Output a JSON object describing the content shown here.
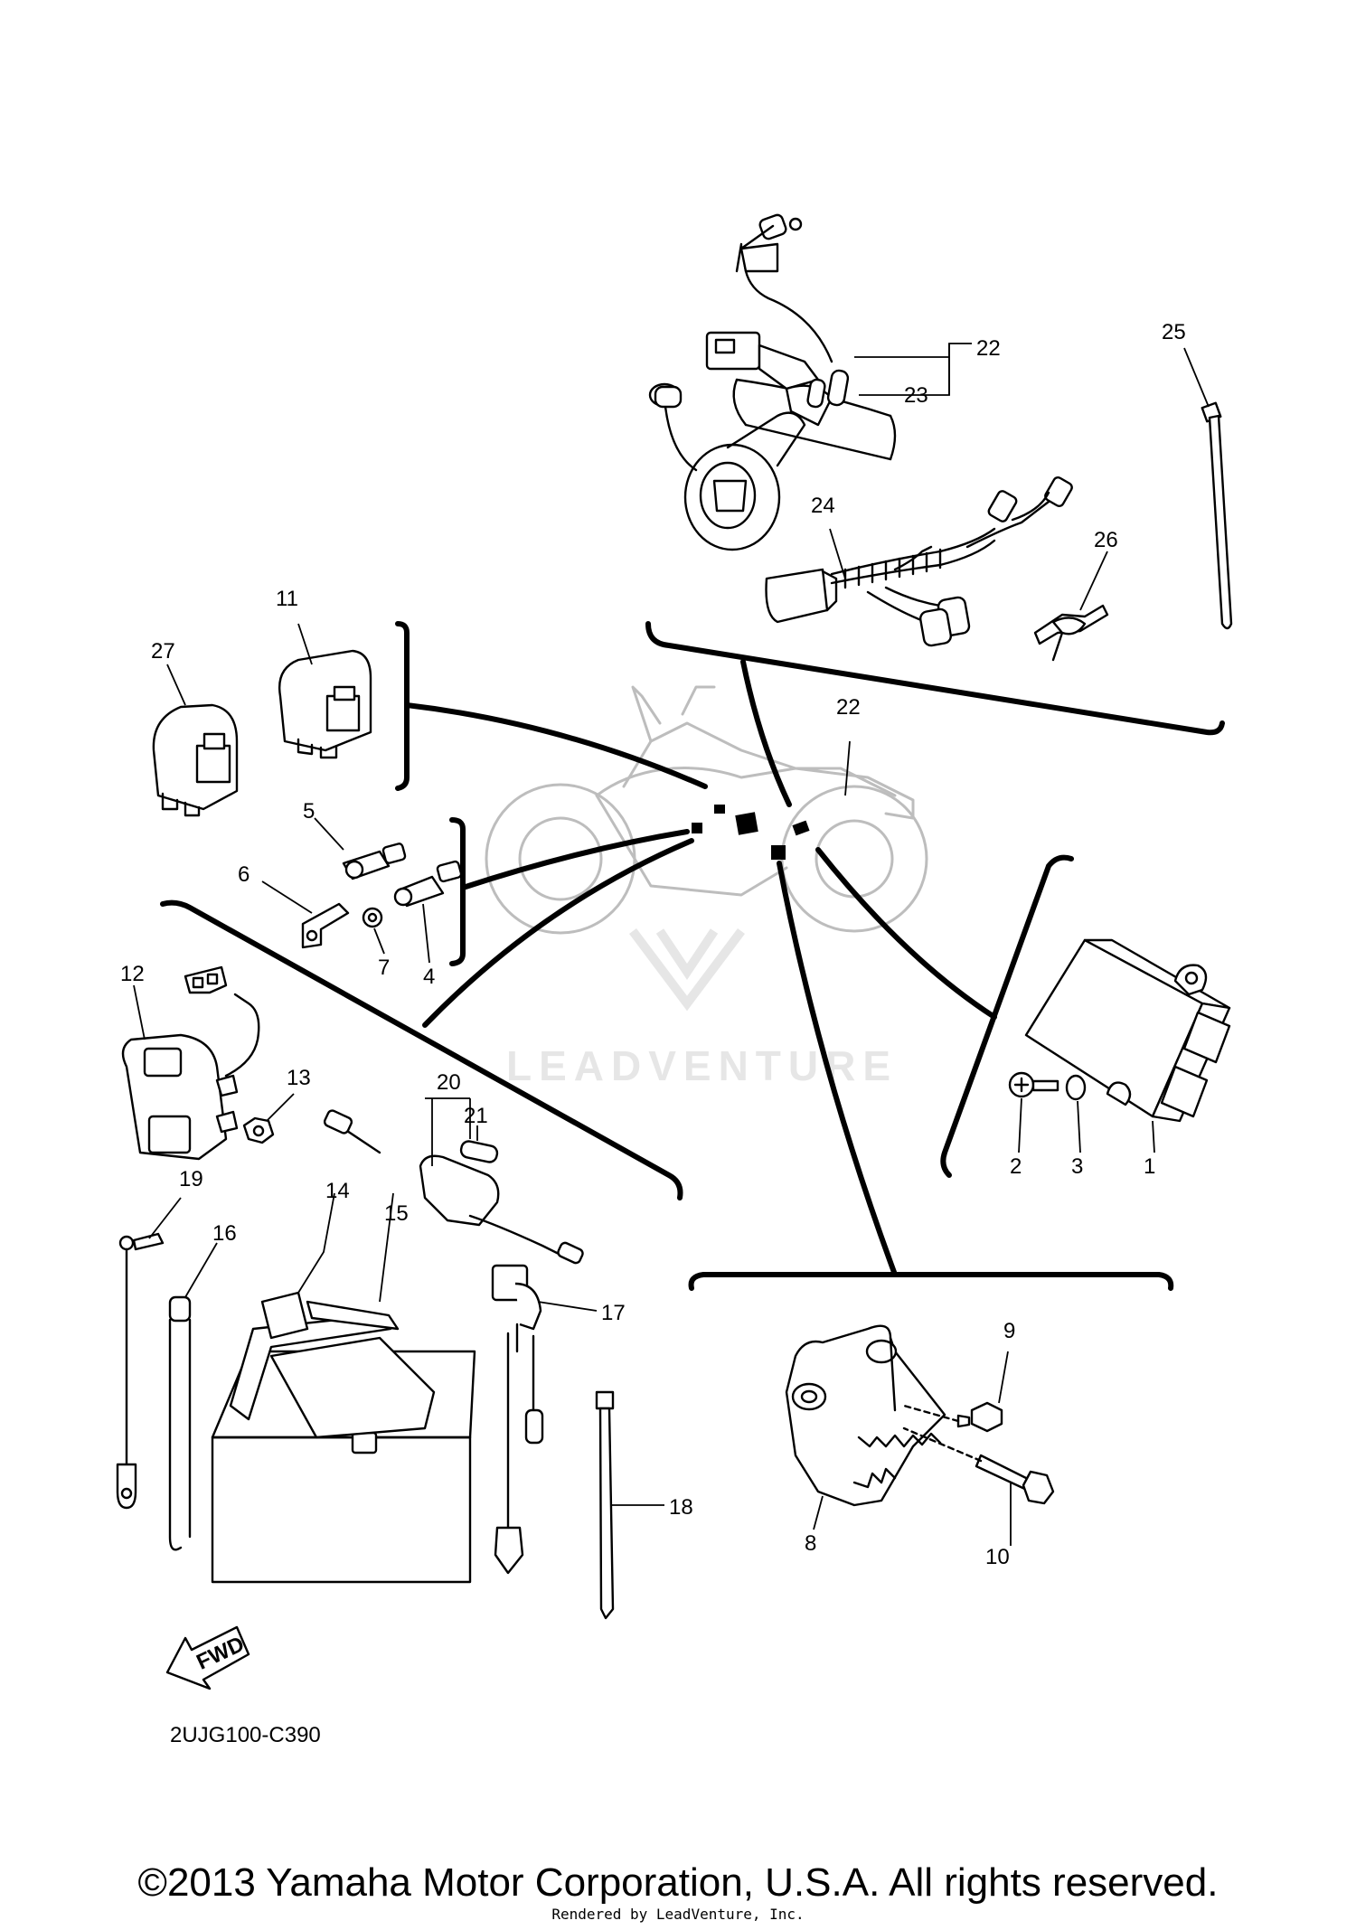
{
  "diagram": {
    "code": "2UJG100-C390",
    "fwd_label": "FWD",
    "watermark": "LEADVENTURE",
    "callouts": [
      "1",
      "2",
      "3",
      "4",
      "5",
      "6",
      "7",
      "8",
      "9",
      "10",
      "11",
      "12",
      "13",
      "14",
      "15",
      "16",
      "17",
      "18",
      "19",
      "20",
      "21",
      "22",
      "22",
      "23",
      "24",
      "25",
      "26",
      "27"
    ]
  },
  "footer": {
    "copyright": "©2013 Yamaha Motor Corporation, U.S.A. All rights reserved.",
    "rendered_by": "Rendered by LeadVenture, Inc."
  }
}
